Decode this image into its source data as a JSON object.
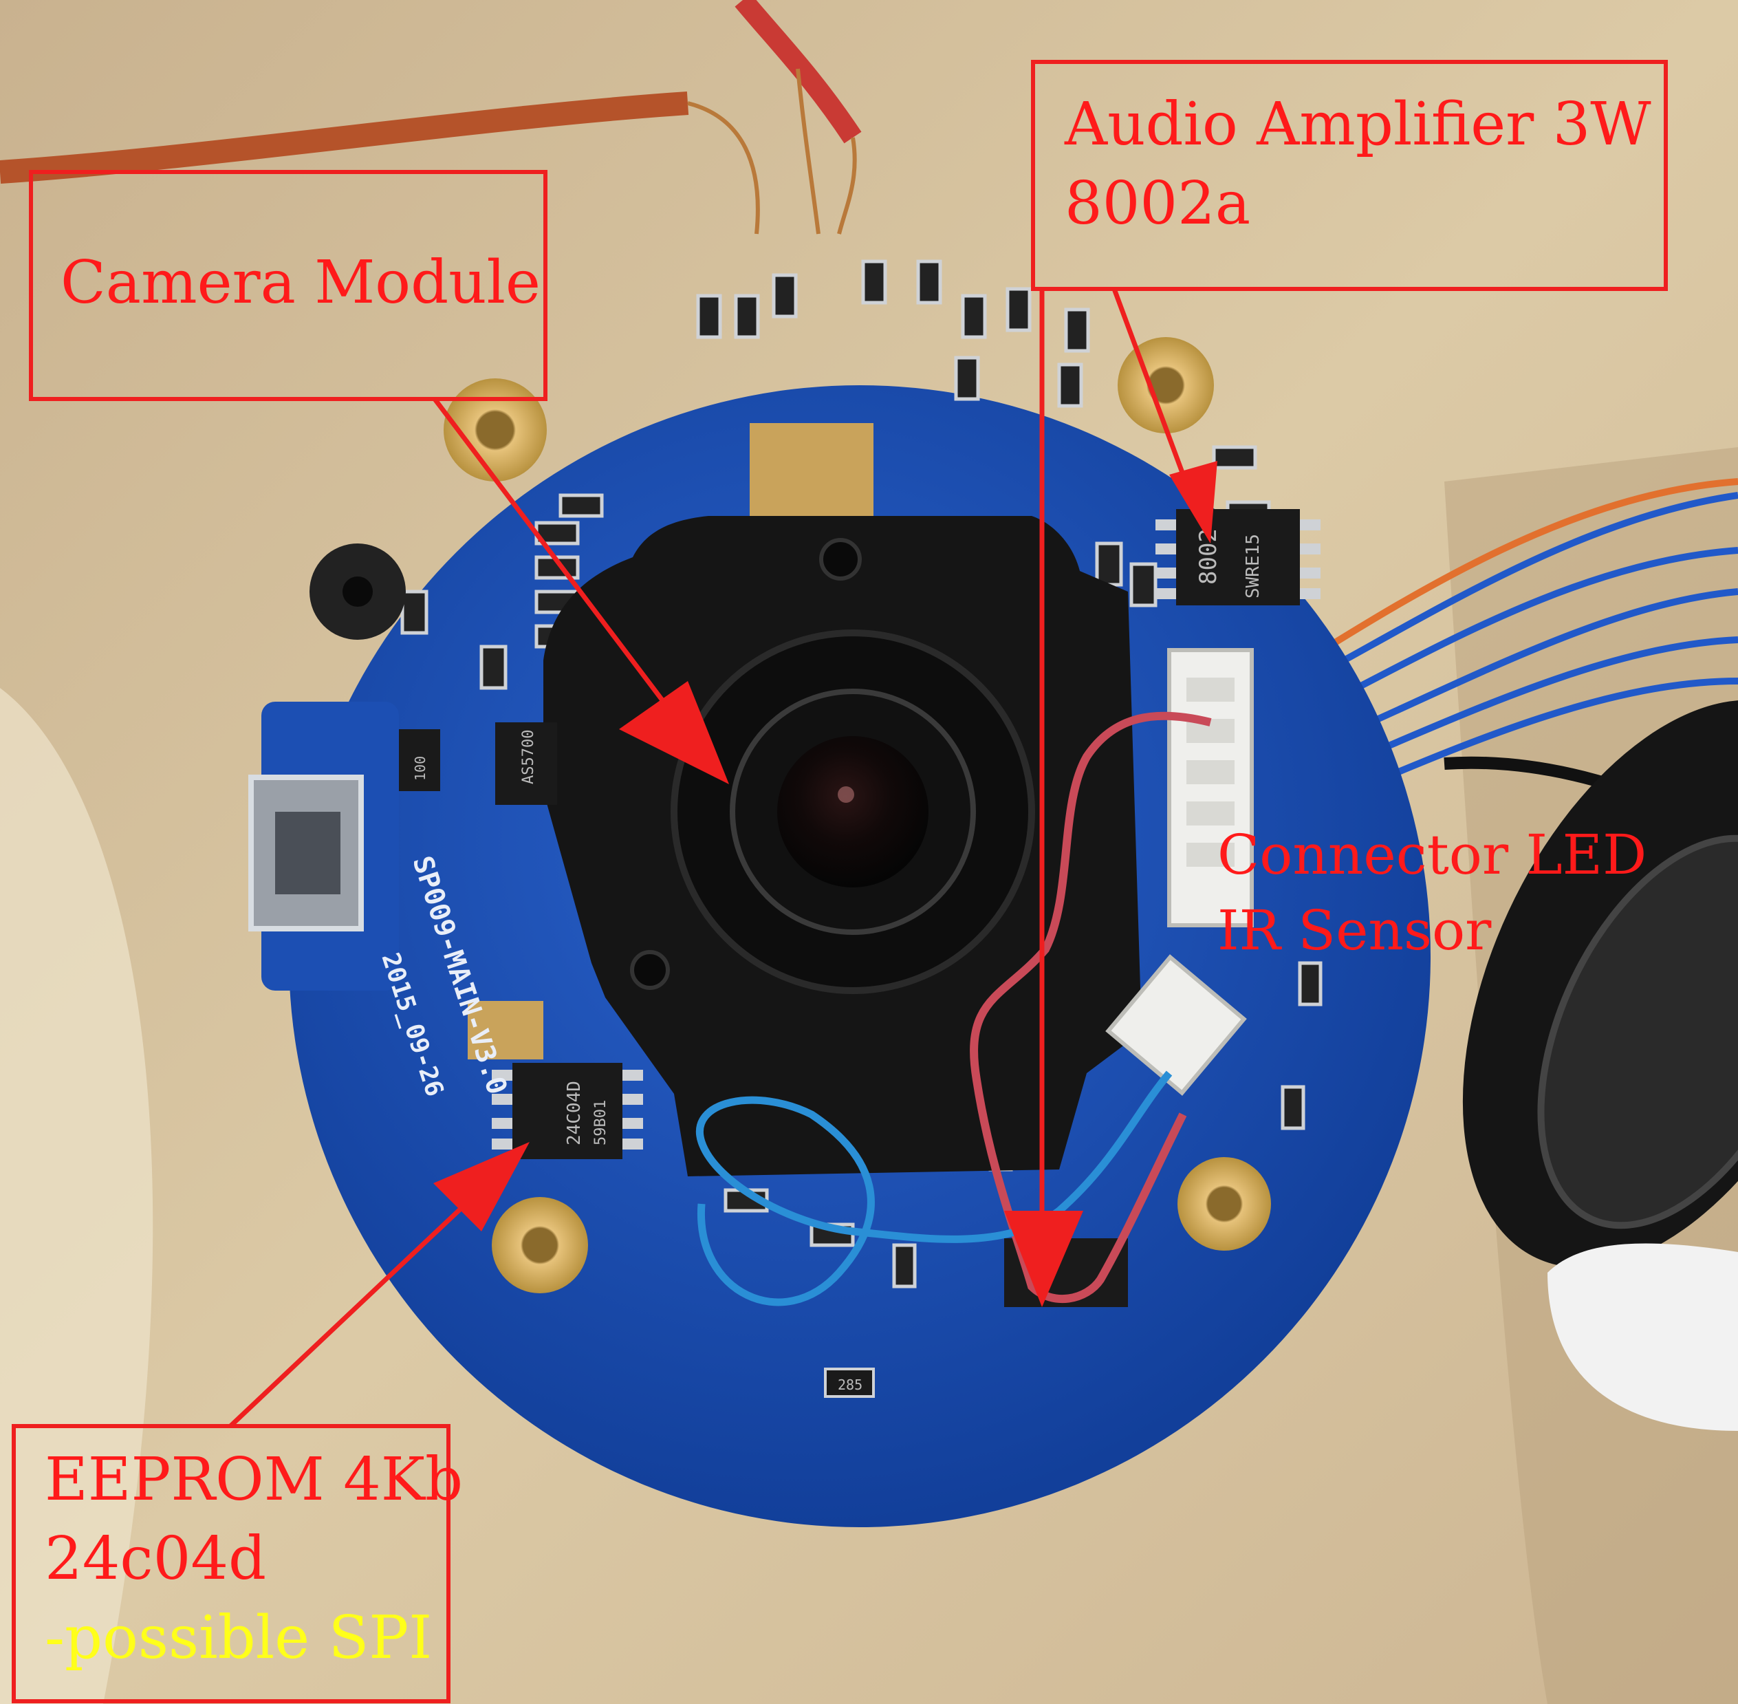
{
  "labels": {
    "camera": {
      "line1": "Camera Module"
    },
    "audio": {
      "line1": "Audio Amplifier 3W",
      "line2": "8002a"
    },
    "connector": {
      "line1": "Connector LED",
      "line2": "IR Sensor"
    },
    "eeprom": {
      "line1": "EEPROM 4Kb",
      "line2": "24c04d",
      "line3": "-possible SPI"
    }
  },
  "board": {
    "silkscreen": {
      "model": "SP009-MAIN-V3.0",
      "date": "2015_09-26"
    },
    "chips": {
      "amp_line1": "8002",
      "amp_line2": "SWRE15",
      "eeprom_line1": "24C04D",
      "eeprom_line2": "59B01",
      "reg": "AS5700",
      "small": "100",
      "bottom": "285"
    }
  },
  "colors": {
    "annotation": "#ef1f1f",
    "highlight": "#ffff1a",
    "pcb": "#1c4fb3",
    "wood": "#d9c7a4"
  }
}
